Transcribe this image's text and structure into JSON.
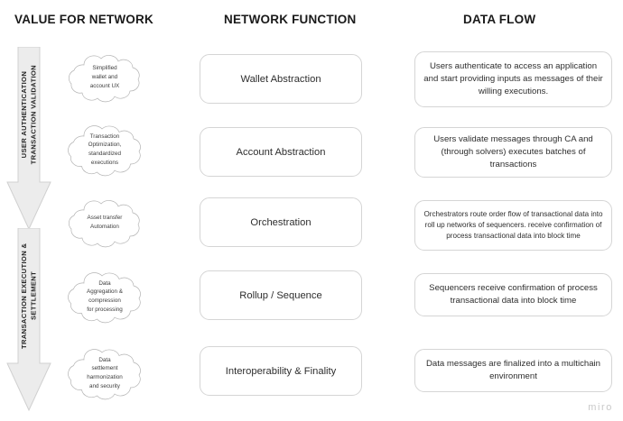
{
  "headers": {
    "value_for_network": "VALUE FOR NETWORK",
    "network_function": "NETWORK FUNCTION",
    "data_flow": "DATA FLOW"
  },
  "phases": [
    {
      "label": "USER AUTHENTICATION\nTRANSACTION VALIDATION"
    },
    {
      "label": "TRANSACTION EXECUTION & SETTLEMENT"
    }
  ],
  "clouds": [
    {
      "text": "Simplified\nwallet and\naccount UX"
    },
    {
      "text": "Transaction\nOptimization,\nstandardized\nexecutions"
    },
    {
      "text": "Asset transfer\nAutomation"
    },
    {
      "text": "Data\nAggregation &\ncompression\nfor processing"
    },
    {
      "text": "Data\nsettlement\nharmonization\nand security"
    }
  ],
  "functions": [
    {
      "label": "Wallet Abstraction"
    },
    {
      "label": "Account Abstraction"
    },
    {
      "label": "Orchestration"
    },
    {
      "label": "Rollup / Sequence"
    },
    {
      "label": "Interoperability & Finality"
    }
  ],
  "flows": [
    {
      "text": "Users authenticate to access an application and start providing inputs as messages of their willing executions."
    },
    {
      "text": "Users validate messages through CA and (through solvers) executes batches of transactions"
    },
    {
      "text": "Orchestrators route order flow of transactional data into roll up networks of sequencers. receive confirmation of process transactional data into block time"
    },
    {
      "text": "Sequencers receive confirmation of process transactional data into block time"
    },
    {
      "text": "Data messages are finalized into a multichain environment"
    }
  ],
  "watermark": "miro",
  "colors": {
    "arrow_fill": "#ececec",
    "arrow_stroke": "#d0d0d0",
    "box_border": "#d5d5d5",
    "cloud_stroke": "#b3b3b3",
    "text": "#2e2e2e",
    "header_text": "#1a1a1a",
    "watermark": "#c9c9c9",
    "background": "#ffffff"
  }
}
